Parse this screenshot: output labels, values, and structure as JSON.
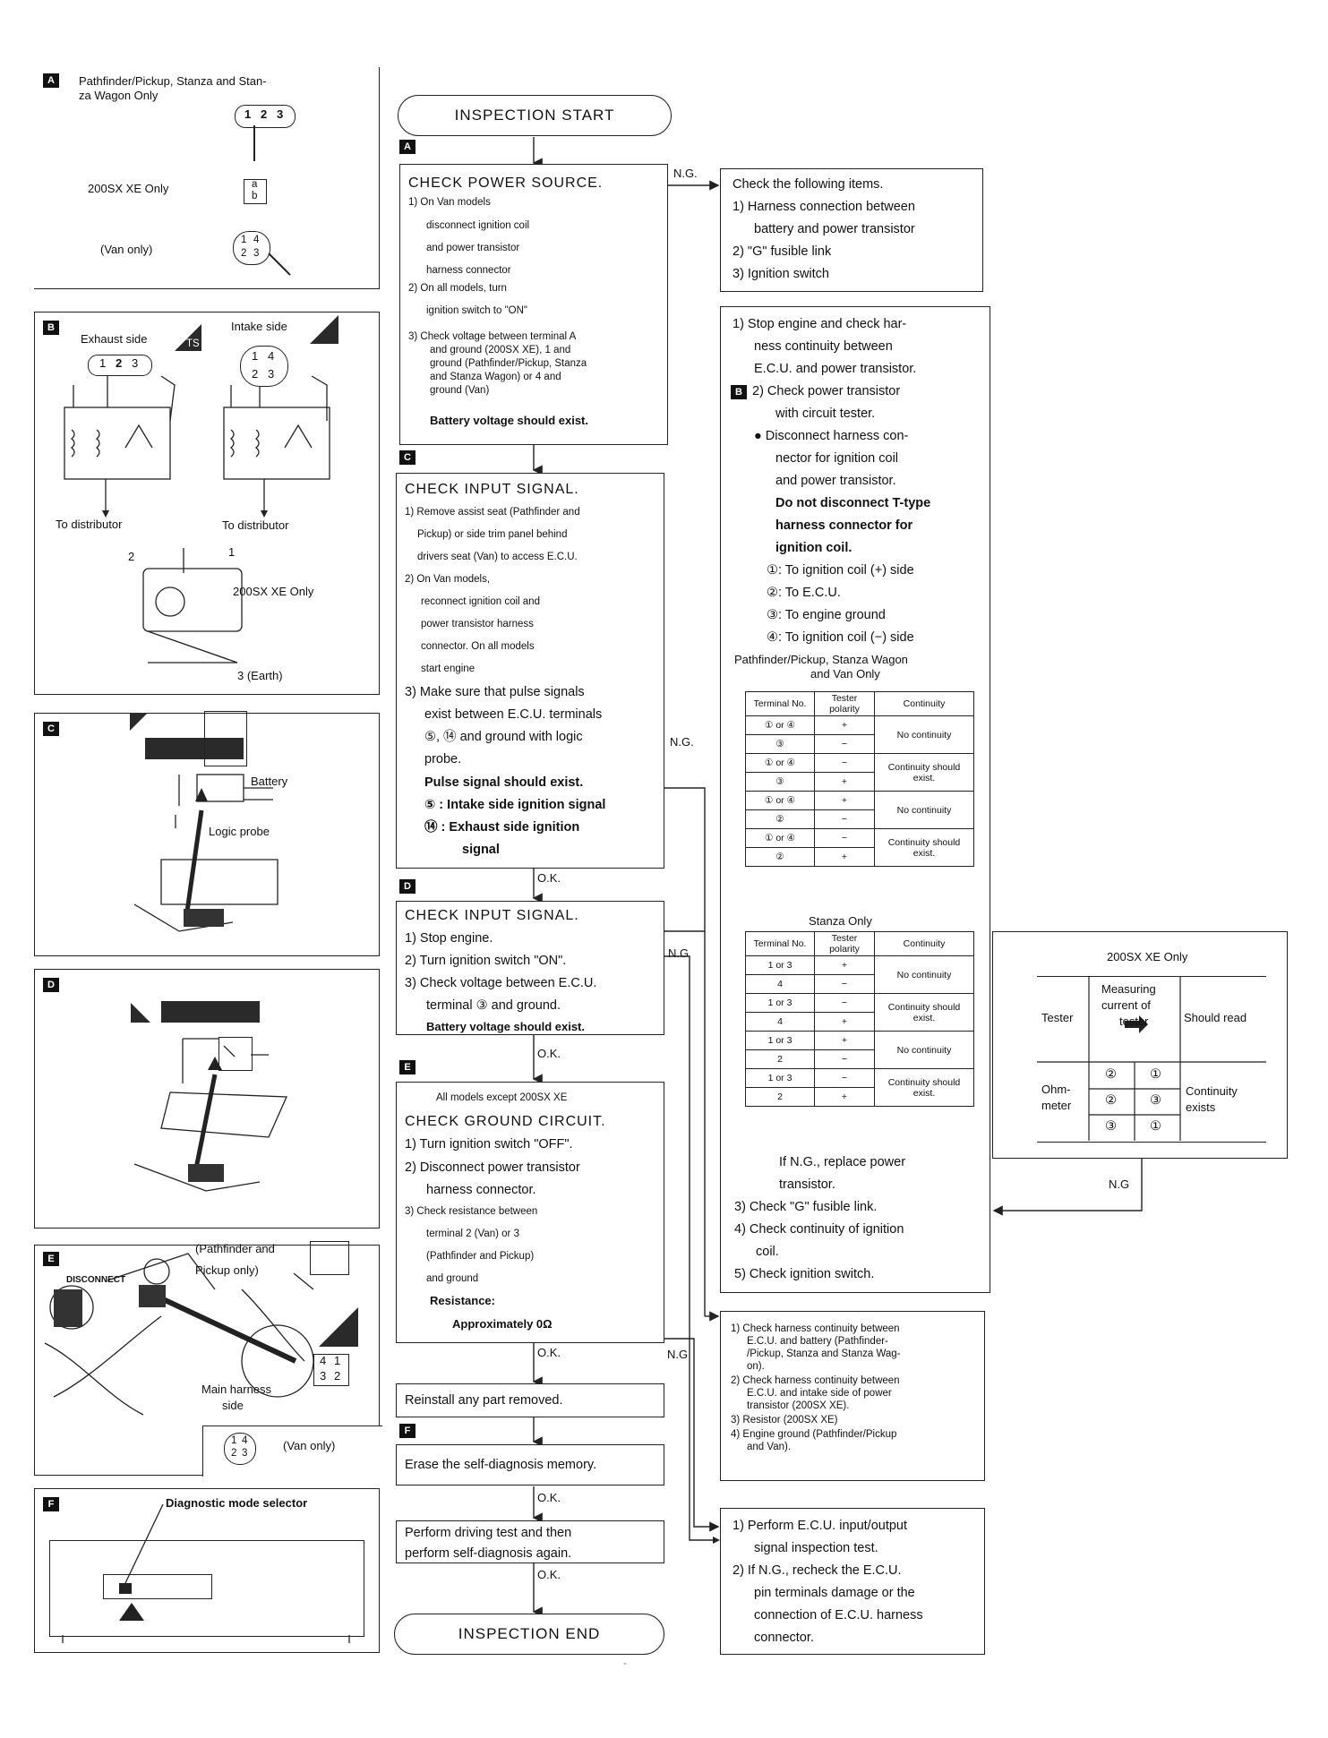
{
  "flow": {
    "start": "INSPECTION START",
    "end": "INSPECTION END",
    "ng": "N.G.",
    "ok": "O.K.",
    "ng_short": "N.G",
    "step_a": {
      "tag": "A",
      "title": "CHECK POWER SOURCE.",
      "l1": "1) On Van models",
      "l2": "disconnect ignition coil",
      "l3": "and power transistor",
      "l4": "harness connector",
      "l5": "2) On all models, turn",
      "l6": "ignition switch to \"ON\"",
      "l7": "3) Check voltage between terminal A",
      "l8": "and ground (200SX XE), 1 and",
      "l9": "ground (Pathfinder/Pickup, Stanza",
      "l10": "and Stanza Wagon) or 4 and",
      "l11": "ground (Van)",
      "expect": "Battery voltage should exist."
    },
    "ng_a": {
      "l1": "Check the following items.",
      "l2": "1) Harness connection between",
      "l3": "battery and power transistor",
      "l4": "2) \"G\" fusible link",
      "l5": "3) Ignition switch"
    },
    "step_c": {
      "tag": "C",
      "title": "CHECK INPUT SIGNAL.",
      "l1": "1) Remove assist seat (Pathfinder and",
      "l2": "Pickup) or side trim panel behind",
      "l3": "drivers seat (Van) to access E.C.U.",
      "l4": "2) On Van models,",
      "l5": "reconnect ignition coil and",
      "l6": "power transistor harness",
      "l7": "connector. On all models",
      "l8": "start engine",
      "l9": "3) Make sure that pulse signals",
      "l10": "exist between E.C.U. terminals",
      "l11": "⑤, ⑭ and ground with logic",
      "l12": "probe.",
      "expect": "Pulse signal should exist.",
      "s1": "⑤ : Intake side ignition signal",
      "s2": "⑭ : Exhaust side ignition",
      "s3": "signal"
    },
    "step_d": {
      "tag": "D",
      "title": "CHECK INPUT SIGNAL.",
      "l1": "1) Stop engine.",
      "l2": "2) Turn ignition switch \"ON\".",
      "l3": "3) Check voltage between E.C.U.",
      "l4": "terminal ③ and ground.",
      "expect": "Battery voltage should exist."
    },
    "step_e": {
      "tag": "E",
      "pre": "All models except 200SX XE",
      "title": "CHECK GROUND CIRCUIT.",
      "l1": "1) Turn ignition switch \"OFF\".",
      "l2": "2) Disconnect power transistor",
      "l3": "harness connector.",
      "l4": "3) Check resistance between",
      "l5": "terminal 2 (Van) or 3",
      "l6": "(Pathfinder and Pickup)",
      "l7": "and ground",
      "r1": "Resistance:",
      "r2": "Approximately 0Ω"
    },
    "reinstall": "Reinstall any part removed.",
    "step_f": {
      "tag": "F",
      "text": "Erase the self-diagnosis memory."
    },
    "drive": {
      "l1": "Perform driving test and then",
      "l2": "perform self-diagnosis again."
    },
    "ng_b": {
      "l1": "1) Stop engine and check har-",
      "l2": "ness continuity between",
      "l3": "E.C.U. and power transistor.",
      "tag": "B",
      "l4": "2) Check power transistor",
      "l5": "with circuit tester.",
      "l6": "● Disconnect harness con-",
      "l7": "nector for ignition coil",
      "l8": "and power transistor.",
      "w1": "Do not disconnect T-type",
      "w2": "harness connector for",
      "w3": "ignition coil.",
      "p1": "①: To ignition coil (+) side",
      "p2": "②: To E.C.U.",
      "p3": "③: To engine ground",
      "p4": "④: To ignition coil (−) side",
      "t1": "Pathfinder/Pickup, Stanza Wagon",
      "t2": "and Van Only",
      "stanza": "Stanza Only",
      "f1": "If N.G., replace power",
      "f2": "transistor.",
      "f3": "3) Check \"G\" fusible link.",
      "f4": "4) Check continuity of ignition",
      "f5": "coil.",
      "f6": "5) Check ignition switch."
    },
    "ng_e": {
      "l1": "1) Check harness continuity between",
      "l2": "E.C.U. and battery (Pathfinder-",
      "l3": "/Pickup, Stanza and Stanza Wag-",
      "l4": "on).",
      "l5": "2) Check harness continuity between",
      "l6": "E.C.U. and intake side of power",
      "l7": "transistor (200SX XE).",
      "l8": "3) Resistor (200SX XE)",
      "l9": "4) Engine ground (Pathfinder/Pickup",
      "l10": "and Van)."
    },
    "ng_d": {
      "l1": "1) Perform E.C.U. input/output",
      "l2": "signal inspection test.",
      "l3": "2) If N.G., recheck the E.C.U.",
      "l4": "pin terminals damage or the",
      "l5": "connection of E.C.U. harness",
      "l6": "connector."
    }
  },
  "table1": {
    "h1": "Terminal No.",
    "h2": "Tester polarity",
    "h3": "Continuity",
    "rows": [
      {
        "term": "① or ④",
        "pol": "+",
        "res": "No continuity"
      },
      {
        "term": "③",
        "pol": "−",
        "res": ""
      },
      {
        "term": "① or ④",
        "pol": "−",
        "res": "Continuity should exist."
      },
      {
        "term": "③",
        "pol": "+",
        "res": ""
      },
      {
        "term": "① or ④",
        "pol": "+",
        "res": "No continuity"
      },
      {
        "term": "②",
        "pol": "−",
        "res": ""
      },
      {
        "term": "① or ④",
        "pol": "−",
        "res": "Continuity should exist."
      },
      {
        "term": "②",
        "pol": "+",
        "res": ""
      }
    ]
  },
  "table2": {
    "h1": "Terminal No.",
    "h2": "Tester polarity",
    "h3": "Continuity",
    "rows": [
      {
        "term": "1 or 3",
        "pol": "+",
        "res": "No continuity"
      },
      {
        "term": "4",
        "pol": "−",
        "res": ""
      },
      {
        "term": "1 or 3",
        "pol": "−",
        "res": "Continuity should exist."
      },
      {
        "term": "4",
        "pol": "+",
        "res": ""
      },
      {
        "term": "1 or 3",
        "pol": "+",
        "res": "No continuity"
      },
      {
        "term": "2",
        "pol": "−",
        "res": ""
      },
      {
        "term": "1 or 3",
        "pol": "−",
        "res": "Continuity should exist."
      },
      {
        "term": "2",
        "pol": "+",
        "res": ""
      }
    ]
  },
  "sx": {
    "title": "200SX XE Only",
    "h1": "Tester",
    "h2a": "Measuring",
    "h2b": "current of",
    "h2c": "tester",
    "h3": "Should read",
    "meter1": "Ohm-",
    "meter2": "meter",
    "r1a": "②",
    "r1b": "①",
    "r2a": "②",
    "r2b": "③",
    "r3a": "③",
    "r3b": "①",
    "result1": "Continuity",
    "result2": "exists"
  },
  "left": {
    "a": {
      "tag": "A",
      "l1": "Pathfinder/Pickup, Stanza and Stan-",
      "l2": "za Wagon Only",
      "sx": "200SX XE Only",
      "van": "(Van only)",
      "c1": "1",
      "c2": "2",
      "c3": "3",
      "ca": "a",
      "cb": "b",
      "v1": "1",
      "v2": "2",
      "v3": "3",
      "v4": "4"
    },
    "b": {
      "tag": "B",
      "exhaust": "Exhaust side",
      "intake": "Intake side",
      "ts": "TS",
      "to1": "To distributor",
      "to2": "To distributor",
      "n1": "1",
      "n2": "2",
      "n3": "3",
      "n4": "4",
      "m1": "1",
      "m2": "2",
      "m3": "3",
      "sx": "200SX XE Only",
      "pin1": "1",
      "pin2": "2",
      "earth": "3 (Earth)"
    },
    "c": {
      "tag": "C",
      "battery": "Battery",
      "probe": "Logic probe"
    },
    "d": {
      "tag": "D"
    },
    "e": {
      "tag": "E",
      "l1": "(Pathfinder and",
      "l2": "Pickup only)",
      "disconnect": "DISCONNECT",
      "main1": "Main harness",
      "main2": "side",
      "van": "(Van only)",
      "c4": "4",
      "c1": "1",
      "c3": "3",
      "c2": "2"
    },
    "f": {
      "tag": "F",
      "selector": "Diagnostic mode selector"
    }
  },
  "footnote": "-"
}
